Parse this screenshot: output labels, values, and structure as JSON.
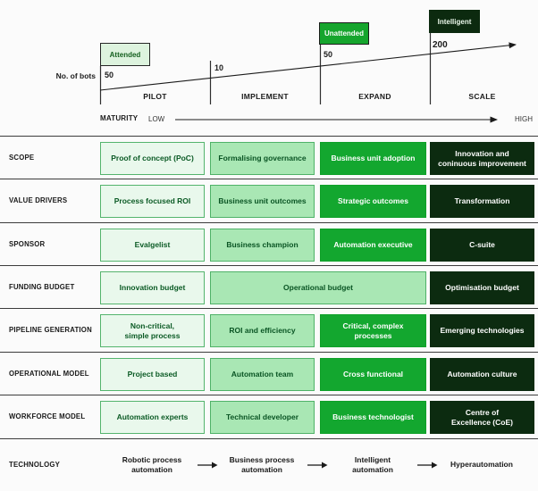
{
  "chart": {
    "y_axis_label": "No. of bots",
    "stages": [
      {
        "name": "PILOT",
        "bots": "50",
        "tag": "Attended"
      },
      {
        "name": "IMPLEMENT",
        "bots": "10"
      },
      {
        "name": "EXPAND",
        "bots": "50",
        "tag": "Unattended"
      },
      {
        "name": "SCALE",
        "bots": "200",
        "tag": "Intelligent"
      }
    ],
    "maturity": {
      "label": "MATURITY",
      "low": "LOW",
      "high": "HIGH"
    }
  },
  "matrix": {
    "rows": [
      {
        "label": "SCOPE",
        "cells": [
          {
            "text": "Proof of concept (PoC)"
          },
          {
            "text": "Formalising governance"
          },
          {
            "text": "Business unit adoption"
          },
          {
            "text": "Innovation and\nconinuous improvement"
          }
        ]
      },
      {
        "label": "VALUE DRIVERS",
        "cells": [
          {
            "text": "Process focused ROI"
          },
          {
            "text": "Business unit outcomes"
          },
          {
            "text": "Strategic outcomes"
          },
          {
            "text": "Transformation"
          }
        ]
      },
      {
        "label": "SPONSOR",
        "cells": [
          {
            "text": "Evalgelist"
          },
          {
            "text": "Business champion"
          },
          {
            "text": "Automation executive"
          },
          {
            "text": "C-suite"
          }
        ]
      },
      {
        "label": "FUNDING BUDGET",
        "cells": [
          {
            "text": "Innovation budget"
          },
          {
            "text": "Operational budget",
            "span": "implement+expand"
          },
          {
            "text": "Optimisation budget"
          }
        ]
      },
      {
        "label": "PIPELINE GENERATION",
        "cells": [
          {
            "text": "Non-critical,\nsimple process"
          },
          {
            "text": "ROI and efficiency"
          },
          {
            "text": "Critical, complex\nprocesses"
          },
          {
            "text": "Emerging technologies"
          }
        ]
      },
      {
        "label": "OPERATIONAL MODEL",
        "cells": [
          {
            "text": "Project based"
          },
          {
            "text": "Automation team"
          },
          {
            "text": "Cross functional"
          },
          {
            "text": "Automation culture"
          }
        ]
      },
      {
        "label": "WORKFORCE MODEL",
        "cells": [
          {
            "text": "Automation experts"
          },
          {
            "text": "Technical developer"
          },
          {
            "text": "Business technologist"
          },
          {
            "text": "Centre of\nExcellence (CoE)"
          }
        ]
      }
    ],
    "technology": {
      "label": "TECHNOLOGY",
      "items": [
        {
          "text": "Robotic process\nautomation"
        },
        {
          "text": "Business process\nautomation"
        },
        {
          "text": "Intelligent\nautomation"
        },
        {
          "text": "Hyperautomation"
        }
      ]
    }
  },
  "colors": {
    "level1_bg": "#e9f8ec",
    "level2_bg": "#a9e7b4",
    "level3_bg": "#13a72f",
    "level4_bg": "#0c2b10",
    "dark_green_text": "#0a5a24",
    "line": "#1b1b1b"
  }
}
